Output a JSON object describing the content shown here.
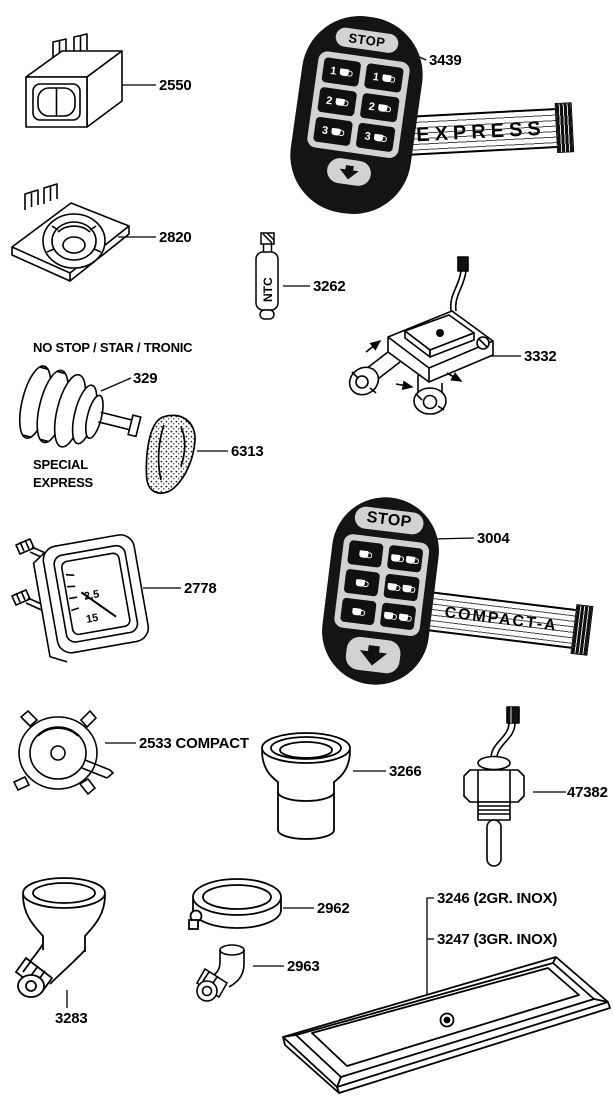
{
  "colors": {
    "background": "#ffffff",
    "ink": "#000000",
    "keypad_body": "#141414",
    "keypad_panel": "#d2d2d2"
  },
  "labels": {
    "p2550": "2550",
    "p3439": "3439",
    "p2820": "2820",
    "p3262": "3262",
    "p3332": "3332",
    "p329": "329",
    "p6313": "6313",
    "p2778": "2778",
    "p3004": "3004",
    "p2533": "2533 COMPACT",
    "p3266": "3266",
    "p47382": "47382",
    "p2962": "2962",
    "p2963": "2963",
    "p3283": "3283",
    "p3246": "3246 (2GR. INOX)",
    "p3247": "3247 (3GR. INOX)"
  },
  "annotations": {
    "no_stop_star_tronic": "NO STOP / STAR / TRONIC",
    "special_express": "SPECIAL\nEXPRESS",
    "ntc": "NTC",
    "gauge_value_top": "2.5",
    "gauge_value_bottom": "15"
  },
  "keypad_express": {
    "part": "3439",
    "stop_label": "STOP",
    "ribbon_label": "EXPRESS",
    "buttons": [
      {
        "num": "1",
        "cups": 1
      },
      {
        "num": "1",
        "cups": 1
      },
      {
        "num": "2",
        "cups": 1
      },
      {
        "num": "2",
        "cups": 1
      },
      {
        "num": "3",
        "cups": 1
      },
      {
        "num": "3",
        "cups": 1
      }
    ]
  },
  "keypad_compact": {
    "part": "3004",
    "stop_label": "STOP",
    "ribbon_label": "COMPACT-A",
    "buttons": [
      {
        "cups": 1
      },
      {
        "cups": 2
      },
      {
        "cups": 1
      },
      {
        "cups": 2
      },
      {
        "cups": 1
      },
      {
        "cups": 2
      }
    ]
  },
  "icons": {
    "button_cup": "cup-icon",
    "down_arrow": "down-arrow-icon"
  }
}
